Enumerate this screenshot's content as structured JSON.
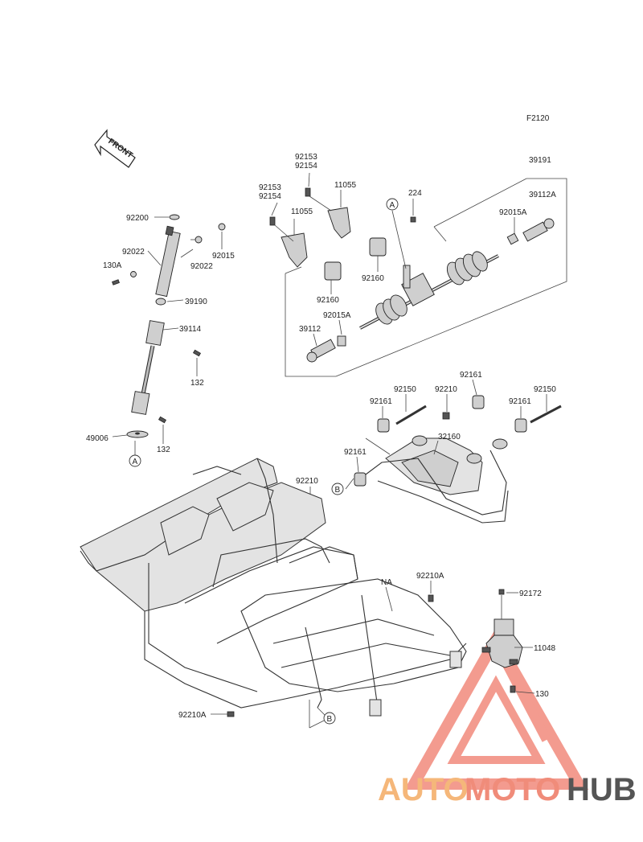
{
  "figure_code": "F2120",
  "front_marker": "FRONT",
  "callouts": {
    "a": "A",
    "b": "B"
  },
  "labels": {
    "p92200": "92200",
    "p92022a": "92022",
    "p92022b": "92022",
    "p92015": "92015",
    "p130A": "130A",
    "p39190": "39190",
    "p39114": "39114",
    "p132a": "132",
    "p49006": "49006",
    "p132b": "132",
    "p92153a": "92153",
    "p92154a": "92154",
    "p92153b": "92153",
    "p92154b": "92154",
    "p11055a": "11055",
    "p11055b": "11055",
    "p224": "224",
    "p39191": "39191",
    "p39112A": "39112A",
    "p92015A_a": "92015A",
    "p92160a": "92160",
    "p92160b": "92160",
    "p92015A_b": "92015A",
    "p39112": "39112",
    "p92161a": "92161",
    "p92150a": "92150",
    "p92210a": "92210",
    "p92161b": "92161",
    "p92161c": "92161",
    "p92150b": "92150",
    "p32160": "32160",
    "p92161d": "92161",
    "p92210b": "92210",
    "pNA": "NA",
    "p92210A_a": "92210A",
    "p92172": "92172",
    "p11048": "11048",
    "p130": "130",
    "p92210A_b": "92210A"
  },
  "watermark": {
    "part1": "AUTO",
    "part2": "MOTO",
    "part3": "HUB",
    "color1": "#f5b77a",
    "color2": "#f08c7a",
    "color3": "#555555"
  }
}
